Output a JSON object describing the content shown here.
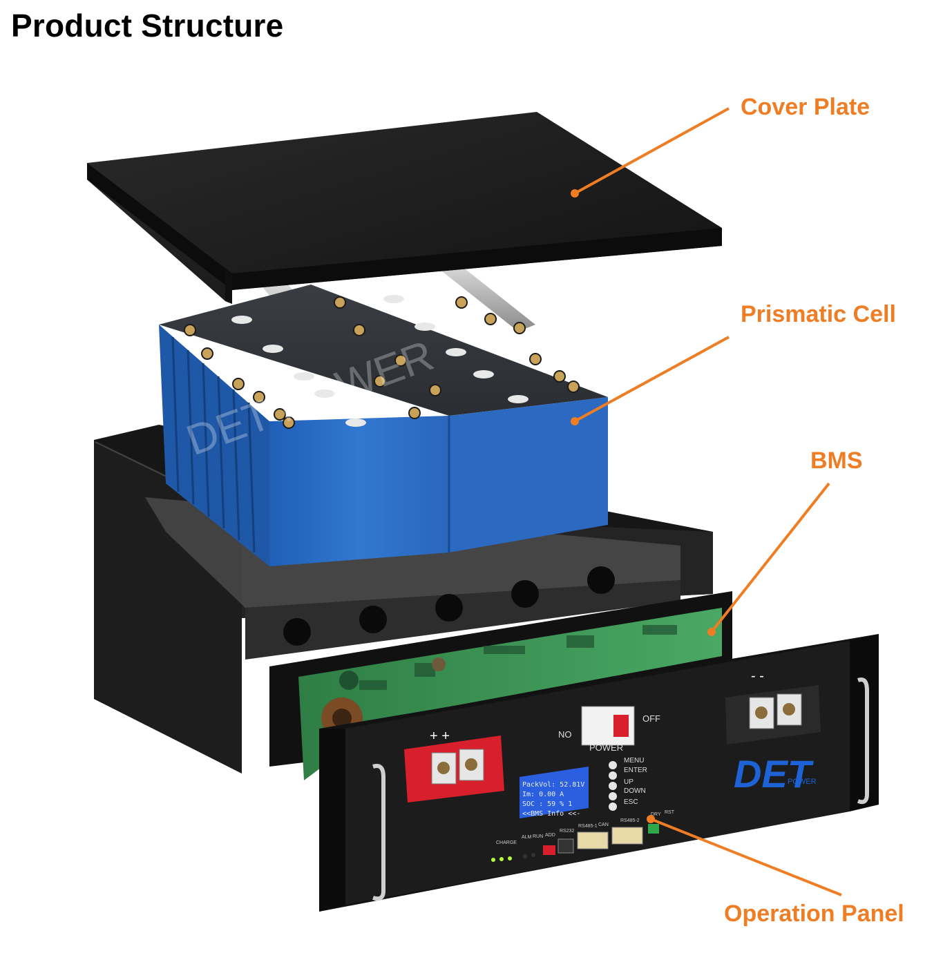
{
  "title": "Product Structure",
  "callouts": {
    "cover_plate": "Cover Plate",
    "prismatic_cell": "Prismatic Cell",
    "bms": "BMS",
    "operation_panel": "Operation Panel"
  },
  "watermark": "DET POWER",
  "panel": {
    "lcd": {
      "line1": "PackVol: 52.81V",
      "line2": "Im:      0.00 A",
      "line3": "SOC :   59 %  1",
      "line4": "<<BMS Info <<-"
    },
    "switch_on": "NO",
    "switch_off": "OFF",
    "switch_caption": "POWER",
    "buttons": [
      "MENU",
      "ENTER",
      "UP",
      "DOWN",
      "ESC"
    ],
    "indicator_labels": [
      "CHARGE",
      "ALM",
      "RUN",
      "ADD"
    ],
    "port_labels": [
      "RS232",
      "RS485-1",
      "CAN",
      "RS485-2",
      "DRY",
      "RST"
    ],
    "polarity_pos": "+ +",
    "polarity_neg": "- -",
    "brand": "DET",
    "brand_sub": "POWER"
  },
  "colors": {
    "accent": "#ef7d24",
    "metal": "#1b1b1b",
    "cell_blue": "#2e6fc4",
    "lcd_blue": "#2b5fe0",
    "pcb_green": "#3f9a57",
    "terminal_red": "#d8202c"
  }
}
